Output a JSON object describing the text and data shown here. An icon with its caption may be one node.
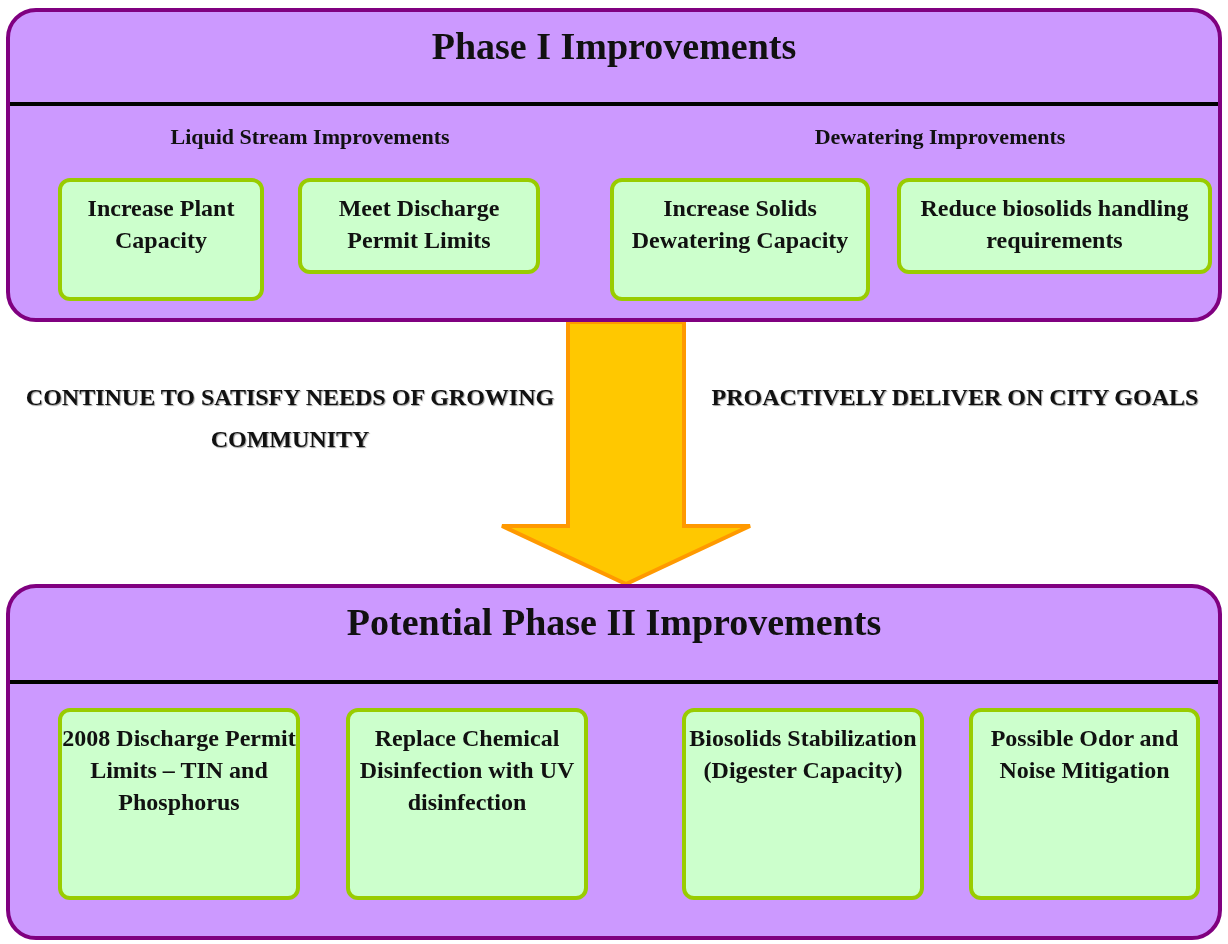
{
  "diagram": {
    "nodes": [
      {
        "text": [
          "Phase I Improvements",
          "Liquid Stream Improvements",
          "Dewatering Improvements"
        ]
      },
      {
        "text": [
          "Increase Plant Capacity"
        ],
        "in": 0
      },
      {
        "text": [
          "Meet Discharge Permit Limits"
        ],
        "in": 0
      },
      {
        "text": [
          "Increase Solids Dewatering Capacity"
        ],
        "in": 0
      },
      {
        "text": [
          "Reduce biosolids handling requirements"
        ],
        "in": 0
      },
      {
        "text": [
          "Potential Phase II Improvements"
        ]
      },
      {
        "text": [
          "2008 Discharge Permit Limits – TIN and Phosphorus"
        ],
        "in": 5
      },
      {
        "text": [
          "Replace Chemical Disinfection with UV disinfection"
        ],
        "in": 5
      },
      {
        "text": [
          "Biosolids Stabilization (Digester Capacity)"
        ],
        "in": 5
      },
      {
        "text": [
          "Possible Odor and Noise Mitigation"
        ],
        "in": 5
      }
    ],
    "edges": [
      {
        "from": 0,
        "to": 5,
        "arrow": "to",
        "style": "thick",
        "color": "#ffc800"
      }
    ],
    "labels": [
      "CONTINUE TO SATISFY NEEDS OF GROWING COMMUNITY",
      "PROACTIVELY DELIVER ON CITY GOALS"
    ]
  }
}
